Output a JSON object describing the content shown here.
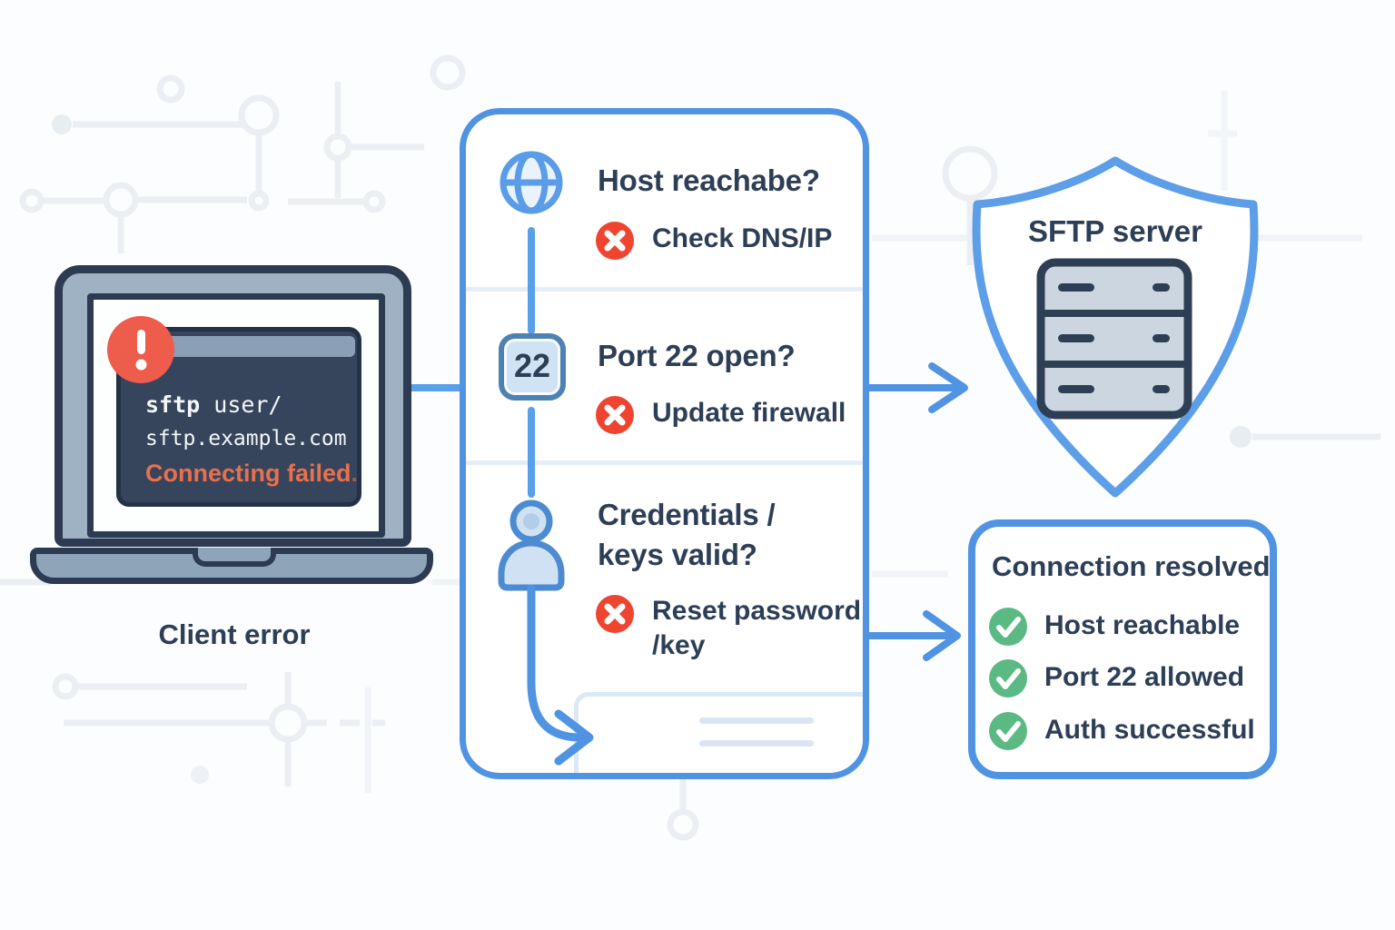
{
  "client": {
    "label": "Client error",
    "terminal": {
      "cmd": "sftp",
      "cmd_rest": " user/",
      "host": "sftp.example.com",
      "status": "Connecting failed",
      "status_period": "."
    }
  },
  "checklist": {
    "step1": {
      "question": "Host reachabe?",
      "action": "Check DNS/IP"
    },
    "step2": {
      "badge": "22",
      "question": "Port 22 open?",
      "action": "Update firewall"
    },
    "step3": {
      "question_line1": "Credentials /",
      "question_line2": "keys valid?",
      "action_line1": "Reset password",
      "action_line2": "/key"
    }
  },
  "server": {
    "label": "SFTP server"
  },
  "resolved": {
    "title": "Connection resolved",
    "items": [
      "Host reachable",
      "Port 22 allowed",
      "Auth successful"
    ]
  },
  "colors": {
    "accent_blue": "#4f93e2",
    "navy_text": "#2d3e57",
    "error_red": "#ef4530",
    "badge_red": "#ee5c4c",
    "success_green": "#5bb983",
    "status_orange": "#e8714d",
    "laptop_gray": "#9fb2c3",
    "terminal_bg": "#36445c"
  }
}
